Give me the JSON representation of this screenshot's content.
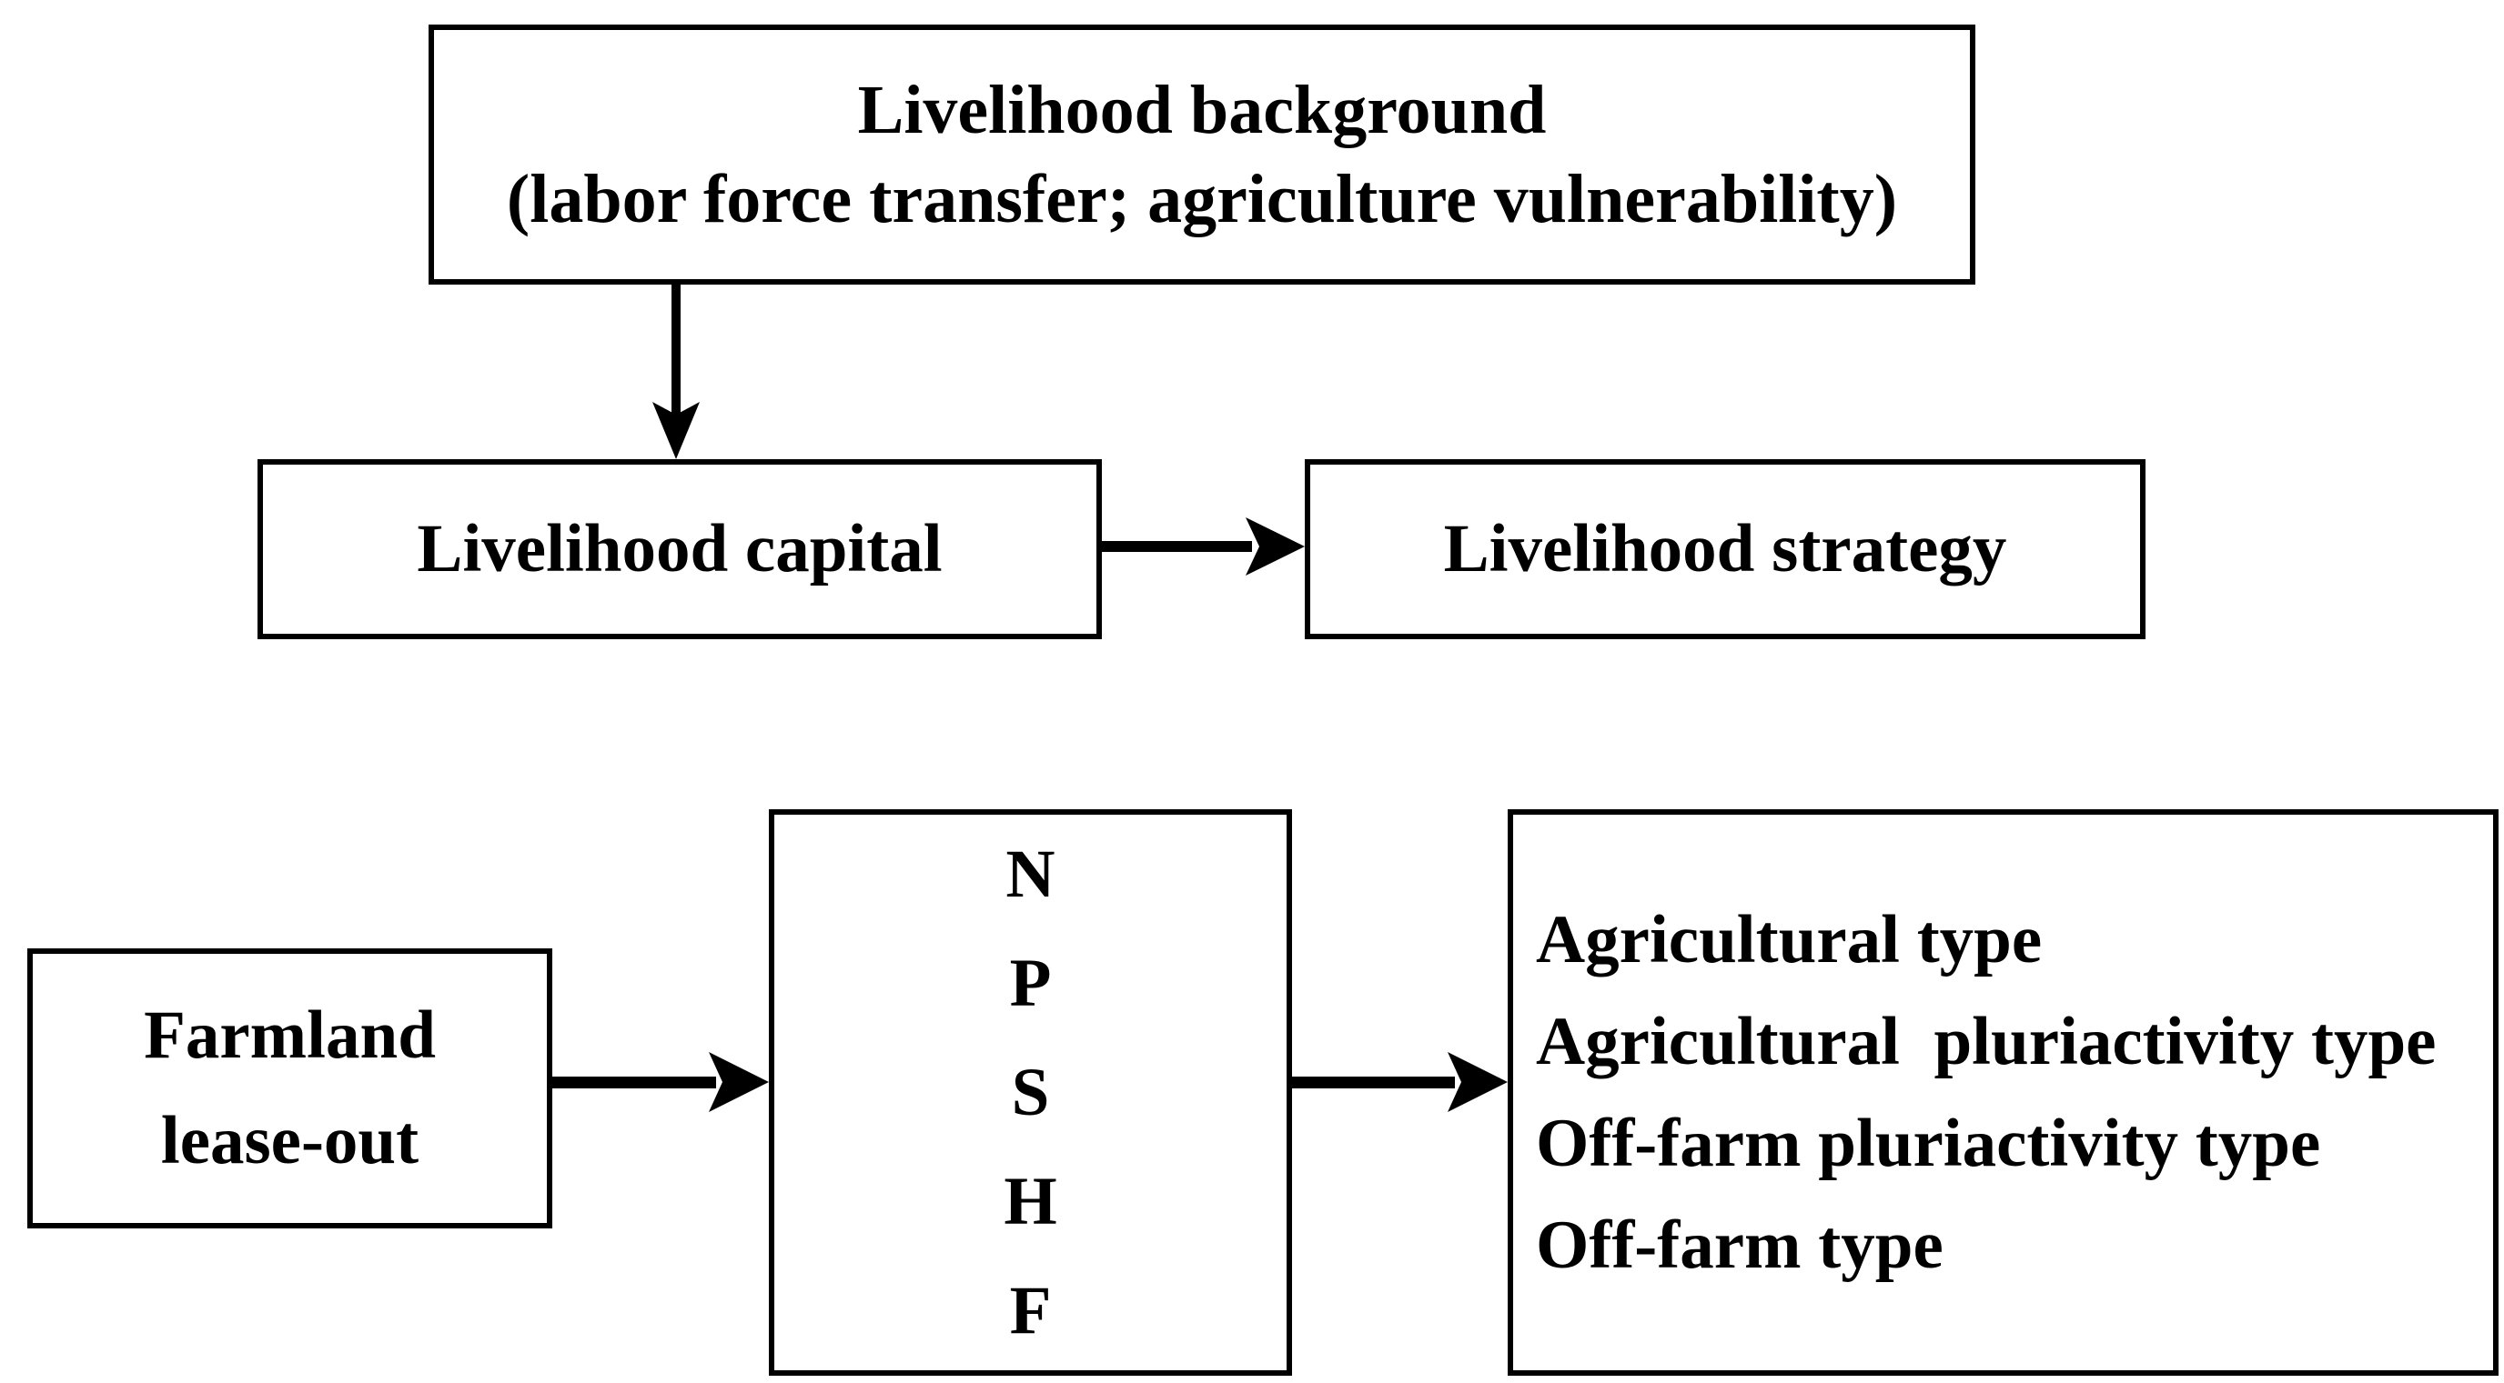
{
  "diagram": {
    "colors": {
      "background": "#ffffff",
      "line": "#000000",
      "text": "#000000"
    },
    "top_box": {
      "line1": "Livelihood background",
      "line2": "(labor force transfer; agriculture vulnerability)"
    },
    "capital_box": {
      "label": "Livelihood capital"
    },
    "strategy_box": {
      "label": "Livelihood strategy"
    },
    "farmland_box": {
      "line1": "Farmland",
      "line2": "lease-out"
    },
    "npshf_box": {
      "letters": [
        "N",
        "P",
        "S",
        "H",
        "F"
      ]
    },
    "outcome_box": {
      "lines": [
        "Agricultural type",
        "Agricultural  pluriactivity type",
        "Off-farm pluriactivity type",
        "Off-farm type"
      ]
    }
  }
}
